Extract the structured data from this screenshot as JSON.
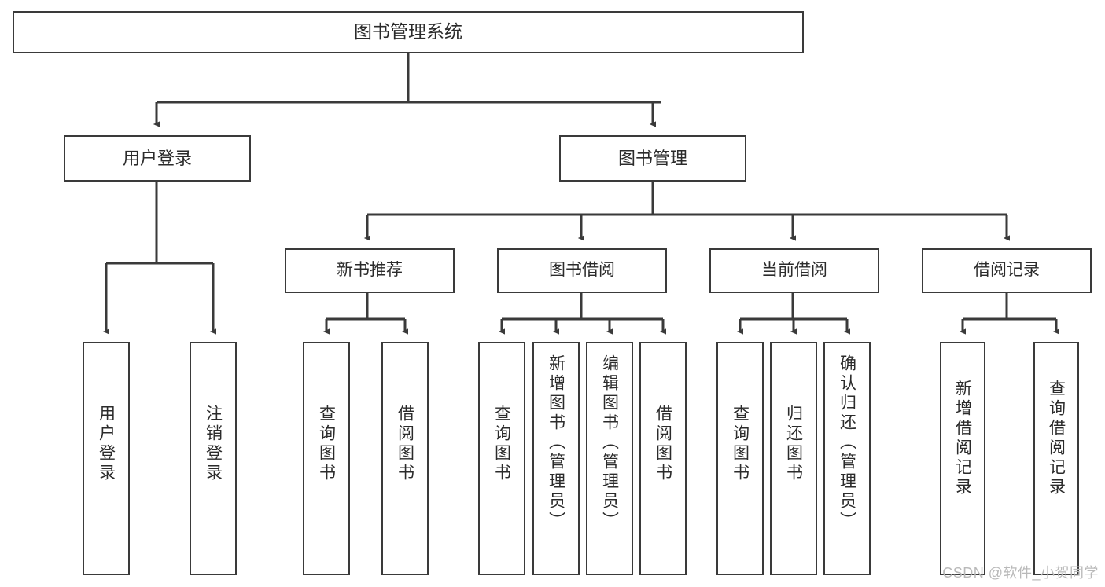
{
  "diagram": {
    "title": "图书管理系统",
    "type": "tree-hierarchy-chart",
    "root": {
      "label": "图书管理系统"
    },
    "level2": [
      {
        "label": "用户登录"
      },
      {
        "label": "图书管理"
      }
    ],
    "level3": [
      {
        "label": "新书推荐"
      },
      {
        "label": "图书借阅"
      },
      {
        "label": "当前借阅"
      },
      {
        "label": "借阅记录"
      }
    ],
    "leaves": {
      "user_login": [
        {
          "label": "用户登录"
        },
        {
          "label": "注销登录"
        }
      ],
      "new_book_recommend": [
        {
          "label": "查询图书"
        },
        {
          "label": "借阅图书"
        }
      ],
      "book_borrow": [
        {
          "label": "查询图书"
        },
        {
          "label": "新增图书（管理员）"
        },
        {
          "label": "编辑图书（管理员）"
        },
        {
          "label": "借阅图书"
        }
      ],
      "current_borrow": [
        {
          "label": "查询图书"
        },
        {
          "label": "归还图书"
        },
        {
          "label": "确认归还（管理员）"
        }
      ],
      "borrow_record": [
        {
          "label": "新增借阅记录"
        },
        {
          "label": "查询借阅记录"
        }
      ]
    }
  },
  "watermark": {
    "text": "CSDN @软件_小贺同学"
  },
  "colors": {
    "stroke": "#3a3a3a",
    "background": "#ffffff",
    "text": "#2b2b2b",
    "watermark": "#b9b9b9"
  }
}
